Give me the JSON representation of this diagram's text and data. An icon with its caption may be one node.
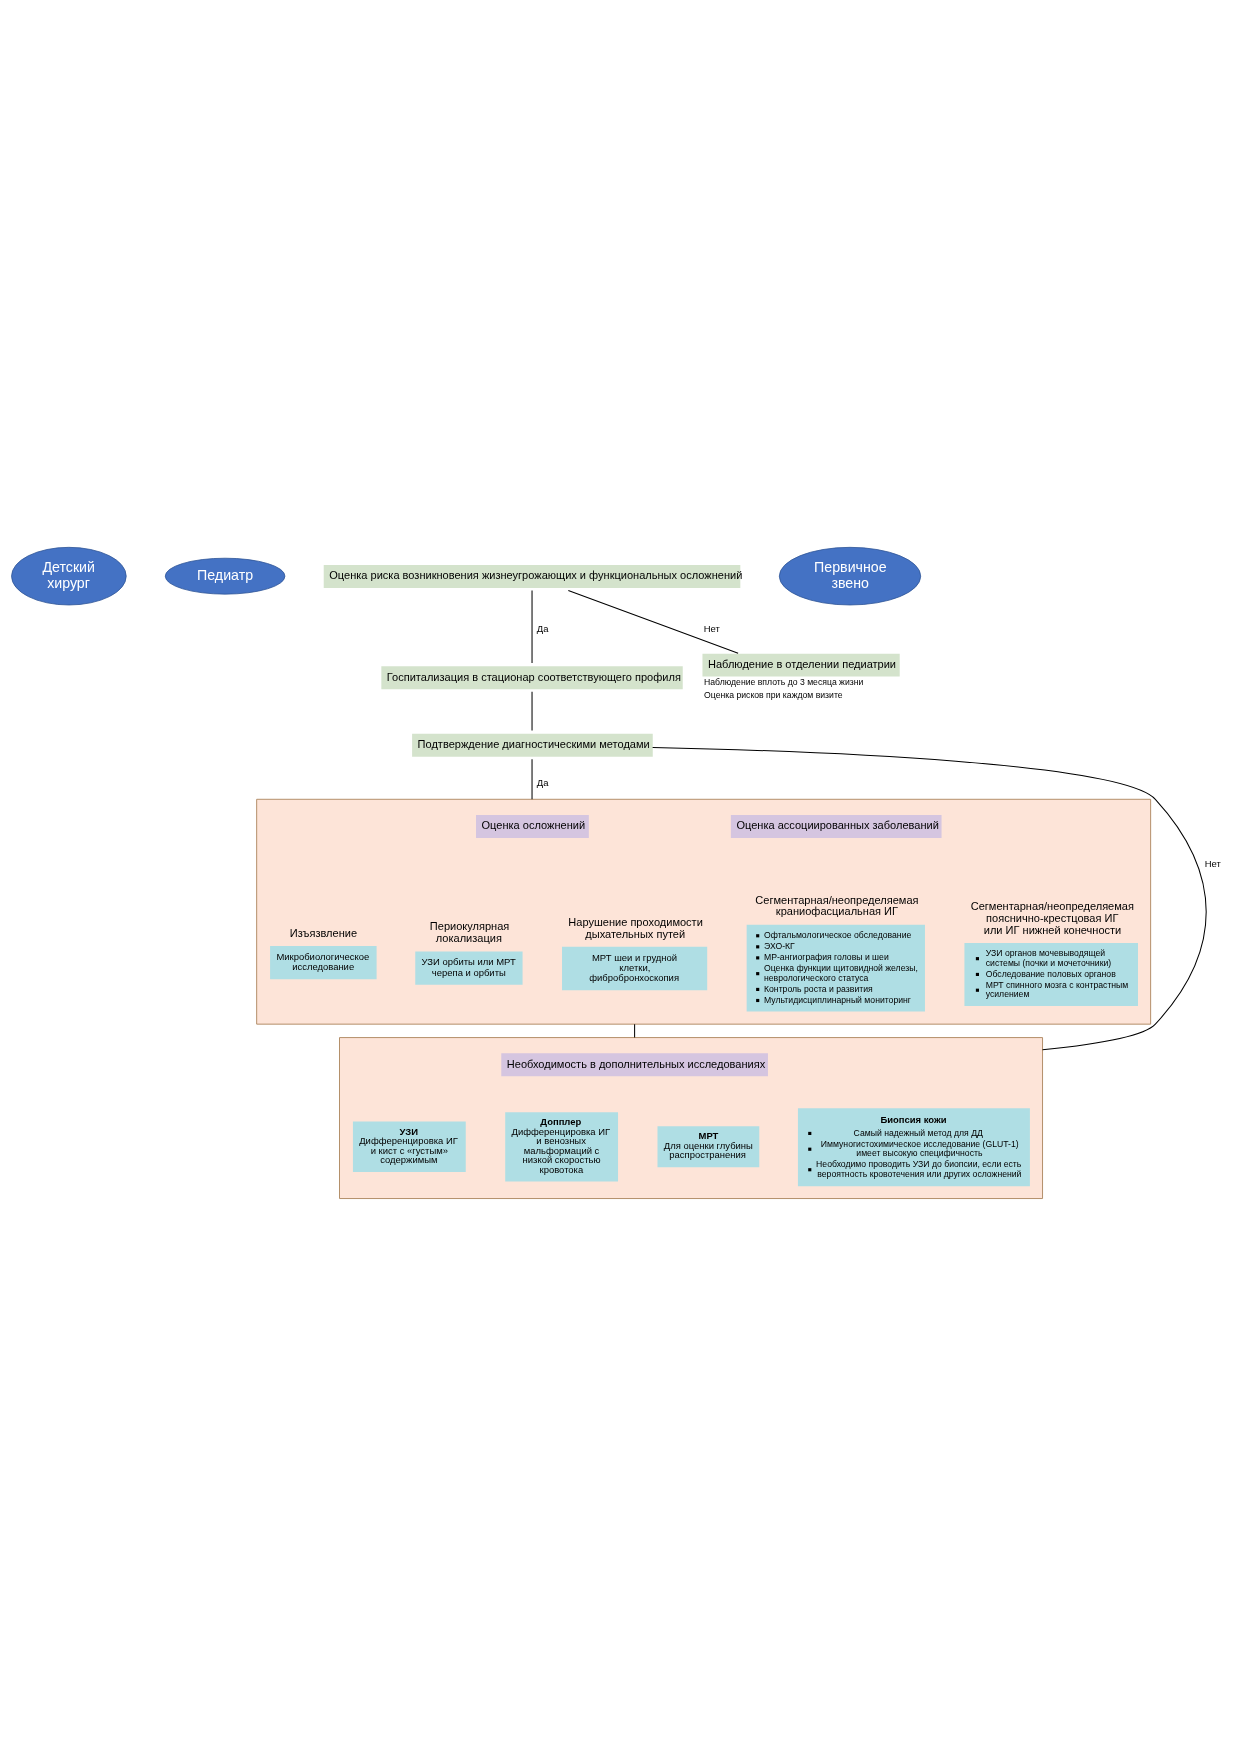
{
  "diagram": {
    "nodes": [
      {
        "text": [
          "Первичное звено"
        ]
      },
      {
        "text": [
          "Педиатр"
        ]
      },
      {
        "text": [
          "Оценка риска возникновения жизнеугрожающих и функциональных осложнений"
        ]
      },
      {
        "text": [
          "Детский хирург"
        ]
      },
      {
        "text": [
          "Госпитализация в стационар соответствующего профиля"
        ]
      },
      {
        "text": [
          "Наблюдение в отделении педиатрии"
        ],
        "beside": [
          "Наблюдение вплоть до 3 месяца жизни",
          "Оценка рисков при каждом визите"
        ]
      },
      {
        "text": [
          "Подтверждение диагностическими методами"
        ]
      },
      {
        "text": [],
        "shape": "box"
      },
      {
        "text": [
          "Оценка осложнений"
        ],
        "in": 7
      },
      {
        "text": [
          "Оценка ассоциированных заболеваний"
        ],
        "in": 7
      },
      {
        "text": [
          "Изъязвление",
          "Микробиологическое исследование"
        ],
        "in": 7
      },
      {
        "text": [
          "Периокулярная локализация",
          "УЗИ орбиты или МРТ черепа и орбиты"
        ],
        "in": 7
      },
      {
        "text": [
          "Нарушение проходимости дыхательных путей",
          "МРТ шеи и грудной клетки, фибробронхоскопия"
        ],
        "in": 7
      },
      {
        "text": [
          "Сегментарная/неопределяемая краниофасциальная ИГ",
          "Офтальмологическое обследование",
          "ЭХО-КГ",
          "МР-ангиография головы и шеи",
          "Оценка функции щитовидной железы, неврологического статуса",
          "Контроль роста и развития",
          "Мультидисциплинарный мониторинг"
        ],
        "in": 7
      },
      {
        "text": [
          "Сегментарная/неопределяемая пояснично-крестцовая ИГ или ИГ нижней конечности",
          "УЗИ органов мочевыводящей системы (почки и мочеточники)",
          "Обследование половых органов",
          "МРТ спинного мозга с контрастным усилением"
        ],
        "in": 7
      },
      {
        "text": [],
        "shape": "box"
      },
      {
        "text": [
          "Необходимость в дополнительных исследованиях"
        ],
        "in": 15
      },
      {
        "text": [
          "УЗИ",
          "Дифференцировка ИГ и кист с «густым» содержимым"
        ],
        "in": 15
      },
      {
        "text": [
          "Допплер",
          "Дифференцировка ИГ и венозных мальформаций с низкой скоростью кровотока"
        ],
        "in": 15
      },
      {
        "text": [
          "МРТ",
          "Для оценки глубины распространения"
        ],
        "in": 15
      },
      {
        "text": [
          "Биопсия кожи",
          "Самый надежный метод для ДД",
          "Иммуногистохимическое исследование (GLUT-1) имеет высокую специфичность",
          "Необходимо проводить УЗИ до биопсии, если есть вероятность кровотечения или других осложнений"
        ],
        "in": 15
      }
    ],
    "edges": [
      {
        "from": 2,
        "to": 4,
        "arrow": "none",
        "label": "Да"
      },
      {
        "from": 2,
        "to": 5,
        "arrow": "none",
        "label": "Нет"
      },
      {
        "from": 4,
        "to": 6,
        "arrow": "none"
      },
      {
        "from": 6,
        "to": 7,
        "arrow": "none",
        "label": "Да"
      },
      {
        "from": 6,
        "to": 15,
        "arrow": "none",
        "label": "Нет"
      },
      {
        "from": 7,
        "to": 15,
        "arrow": "none"
      }
    ]
  }
}
